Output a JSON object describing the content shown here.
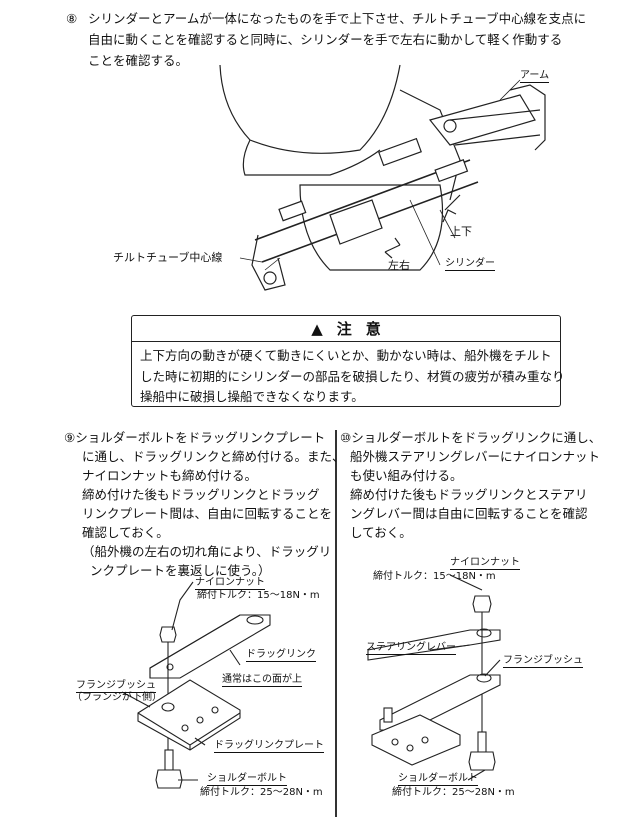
{
  "step8": {
    "number": "⑧",
    "lines": [
      "シリンダーとアームが一体になったものを手で上下させ、チルトチューブ中心線を支点に",
      "自由に動くことを確認すると同時に、シリンダーを手で左右に動かして軽く作動する",
      "ことを確認する。"
    ],
    "labels": {
      "arm": "アーム",
      "up_down": "上下",
      "cylinder": "シリンダー",
      "left_right": "左右",
      "tilt_tube": "チルトチューブ中心線"
    }
  },
  "caution": {
    "title_a": "注",
    "title_b": "意",
    "lines": [
      "上下方向の動きが硬くて動きにくいとか、動かない時は、船外機をチルト",
      "した時に初期的にシリンダーの部品を破損したり、材質の疲労が積み重なり",
      "操船中に破損し操船できなくなります。"
    ]
  },
  "step9": {
    "lines": [
      "⑨ショルダーボルトをドラッグリンクプレート",
      "に通し、ドラッグリンクと締め付ける。また、",
      "ナイロンナットも締め付ける。",
      "締め付けた後もドラッグリンクとドラッグ",
      "リンクプレート間は、自由に回転することを",
      "確認しておく。",
      "（船外機の左右の切れ角により、ドラッグリ",
      "ンクプレートを裏返しに使う。）"
    ],
    "labels": {
      "nut": "ナイロンナット",
      "nut_torque": "締付トルク：15～18N・m",
      "drag_link": "ドラッグリンク",
      "face_up": "通常はこの面が上",
      "bush": "フランジブッシュ",
      "bush_note": "（フランジが下側）",
      "plate": "ドラッグリンクプレート",
      "bolt": "ショルダーボルト",
      "bolt_torque": "締付トルク：25～28N・m"
    }
  },
  "step10": {
    "lines": [
      "⑩ショルダーボルトをドラッグリンクに通し、",
      "船外機ステアリングレバーにナイロンナット",
      "も使い組み付ける。",
      "締め付けた後もドラッグリンクとステアリ",
      "ングレバー間は自由に回転することを確認",
      "しておく。"
    ],
    "labels": {
      "nut": "ナイロンナット",
      "nut_torque": "締付トルク：15～18N・m",
      "lever": "ステアリングレバー",
      "bush": "フランジブッシュ",
      "bolt": "ショルダーボルト",
      "bolt_torque": "締付トルク：25～28N・m"
    }
  }
}
